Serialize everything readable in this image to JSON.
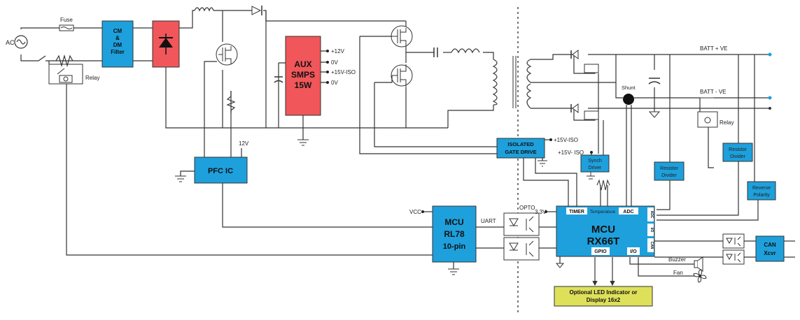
{
  "colors": {
    "blue": "#1ea0dc",
    "red": "#f0565a",
    "yellow": "#dfe05a",
    "wire": "#333333"
  },
  "input": {
    "ac": "AC",
    "fuse": "Fuse",
    "relay": "Relay"
  },
  "emi_filter": {
    "line1": "CM",
    "line2": "&",
    "line3": "DM",
    "line4": "Filter"
  },
  "aux_smps": {
    "line1": "AUX",
    "line2": "SMPS",
    "line3": "15W",
    "outputs": [
      "+12V",
      "0V",
      "+15V-ISO",
      "0V"
    ]
  },
  "pfc": {
    "label": "PFC IC",
    "supply": "12V"
  },
  "gate_drive": {
    "line1": "ISOLATED",
    "line2": "GATE DRIVE",
    "supply": "+15V-ISO"
  },
  "synch": {
    "line1": "Synch",
    "line2": "Driver",
    "supply": "+15V- ISO"
  },
  "output": {
    "batt_pos": "BATT + VE",
    "batt_neg": "BATT - VE",
    "shunt": "Shunt",
    "relay": "Relay"
  },
  "resistor_divider_1": {
    "line1": "Resistor",
    "line2": "Divider"
  },
  "resistor_divider_2": {
    "line1": "Resistor",
    "line2": "Divider"
  },
  "reverse_polarity": {
    "line1": "Reverse",
    "line2": "Polarity"
  },
  "mcu_rl78": {
    "line1": "MCU",
    "line2": "RL78",
    "line3": "10-pin",
    "vcc": "VCC",
    "uart": "UART"
  },
  "opto": {
    "label": "OPTO"
  },
  "mcu_rx66t": {
    "line1": "MCU",
    "line2": "RX66T",
    "supply": "3.3V",
    "timer": "TIMER",
    "temperature": "Temperature",
    "adc": "ADC",
    "gpio": "GPIO",
    "io": "I/O",
    "side_adc": "ADC",
    "side_io": "I/O",
    "side_can": "CAN"
  },
  "can": {
    "line1": "CAN",
    "line2": "Xcvr"
  },
  "buzzer": "Buzzer",
  "fan": "Fan",
  "led": {
    "line1": "Optional LED Indicator or",
    "line2": "Display 16x2"
  }
}
